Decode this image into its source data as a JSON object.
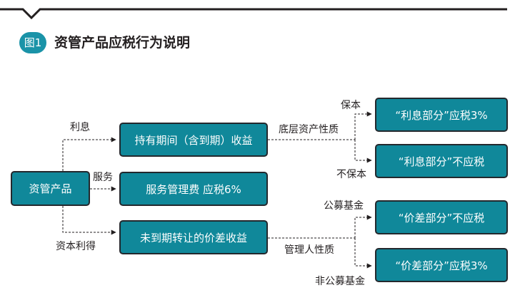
{
  "header": {
    "badge": "图1",
    "title": "资管产品应税行为说明"
  },
  "nodes": {
    "source": "资管产品",
    "holding_income": "持有期间（含到期）收益",
    "service_fee": "服务管理费 应税6%",
    "spread_income": "未到期转让的价差收益",
    "interest_taxable": "“利息部分”应税3%",
    "interest_exempt": "“利息部分”不应税",
    "spread_exempt": "“价差部分”不应税",
    "spread_taxable": "“价差部分”应税3%"
  },
  "edge_labels": {
    "interest": "利息",
    "service": "服务",
    "capital_gain": "资本利得",
    "underlying_asset": "底层资产性质",
    "principal_protected": "保本",
    "not_principal_protected": "不保本",
    "management_nature": "管理人性质",
    "public_fund": "公募基金",
    "non_public_fund": "非公募基金"
  },
  "colors": {
    "box_fill": "#10889a",
    "box_border": "#23282d",
    "badge": "#1a93a8",
    "line": "#231f20"
  }
}
